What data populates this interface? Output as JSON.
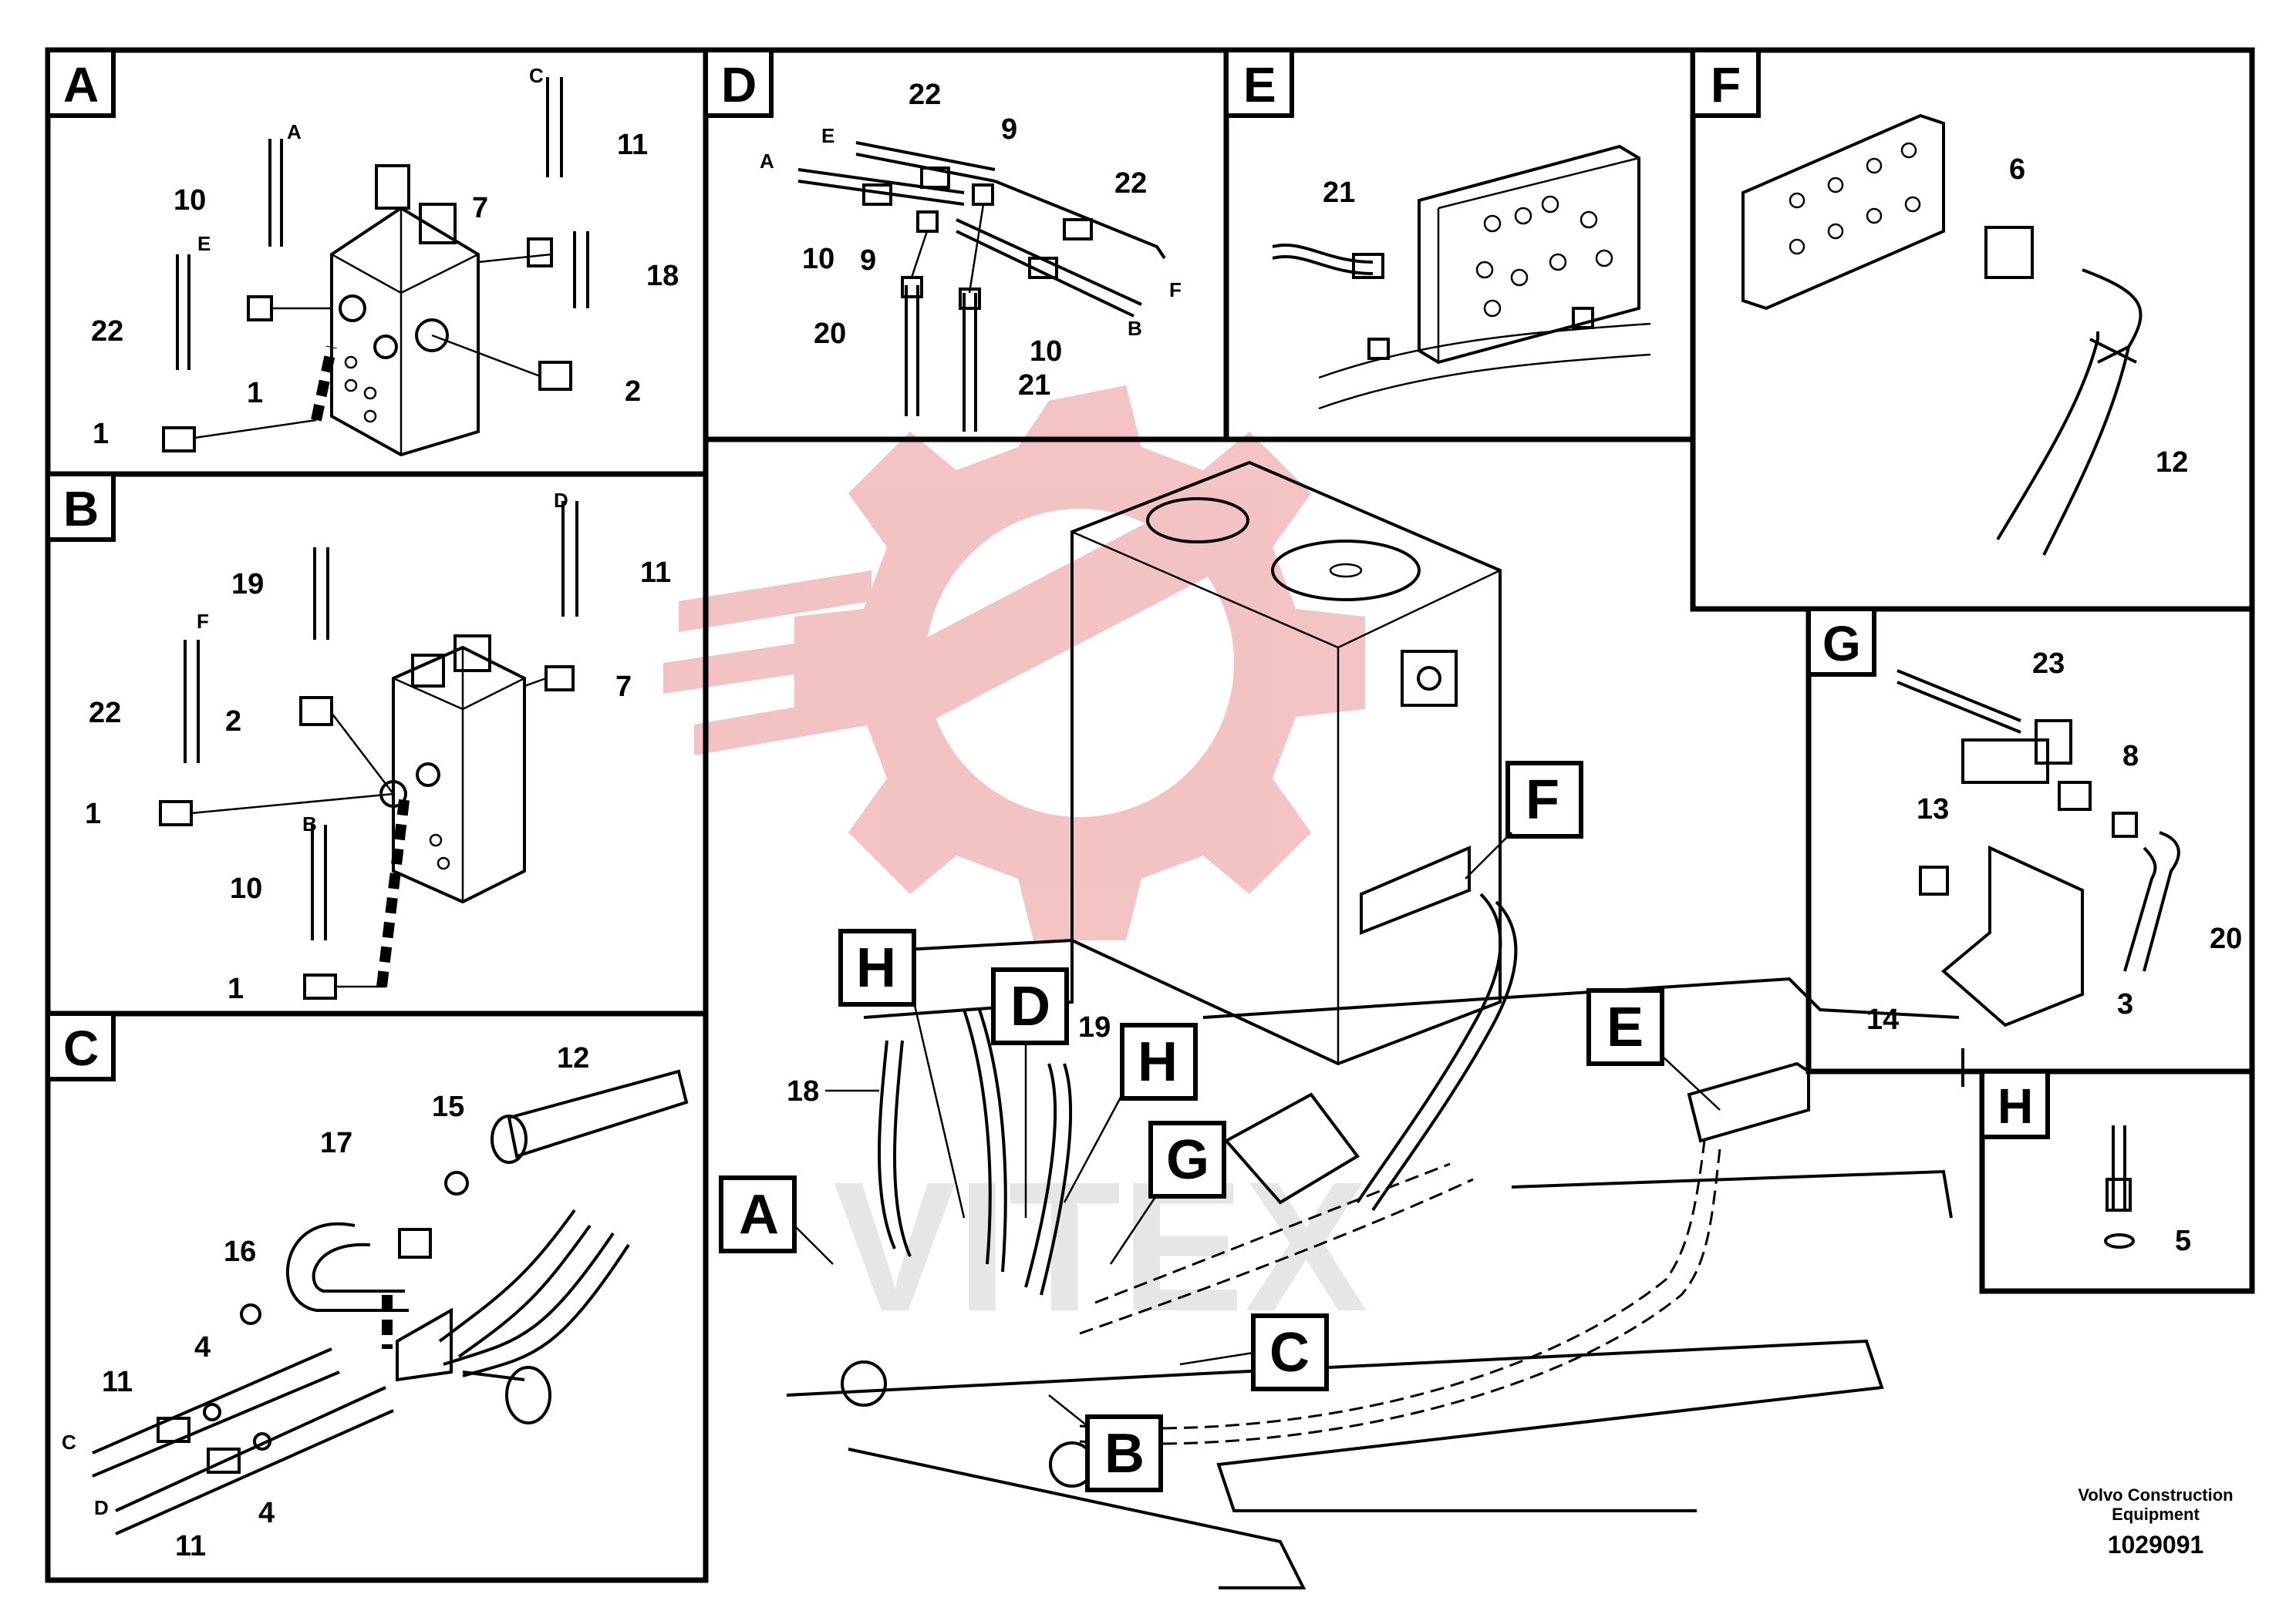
{
  "colors": {
    "watermark": "#f2b8b8",
    "ink": "#000000",
    "background": "#ffffff"
  },
  "panels": {
    "A": {
      "letter": "A",
      "labels": [
        "A",
        "C",
        "11",
        "10",
        "7",
        "E",
        "18",
        "22",
        "1",
        "2",
        "1"
      ]
    },
    "B": {
      "letter": "B",
      "labels": [
        "D",
        "11",
        "19",
        "F",
        "7",
        "22",
        "2",
        "1",
        "B",
        "10",
        "1"
      ]
    },
    "C": {
      "letter": "C",
      "labels": [
        "12",
        "15",
        "17",
        "16",
        "4",
        "11",
        "C",
        "D",
        "4",
        "11"
      ]
    },
    "D": {
      "letter": "D",
      "labels": [
        "22",
        "9",
        "E",
        "A",
        "22",
        "10",
        "9",
        "F",
        "B",
        "20",
        "10",
        "21"
      ]
    },
    "E": {
      "letter": "E",
      "labels": [
        "21"
      ]
    },
    "F": {
      "letter": "F",
      "labels": [
        "6",
        "12"
      ]
    },
    "G": {
      "letter": "G",
      "labels": [
        "23",
        "8",
        "13",
        "20",
        "3",
        "14"
      ]
    },
    "H": {
      "letter": "H",
      "labels": [
        "5"
      ]
    }
  },
  "main": {
    "callouts": [
      "F",
      "H",
      "D",
      "H",
      "E",
      "A",
      "G",
      "C",
      "B"
    ],
    "labels": [
      "18",
      "19"
    ],
    "watermark_text": "VITEX"
  },
  "footer": {
    "company_line1": "Volvo Construction",
    "company_line2": "Equipment",
    "drawing_number": "1029091"
  }
}
